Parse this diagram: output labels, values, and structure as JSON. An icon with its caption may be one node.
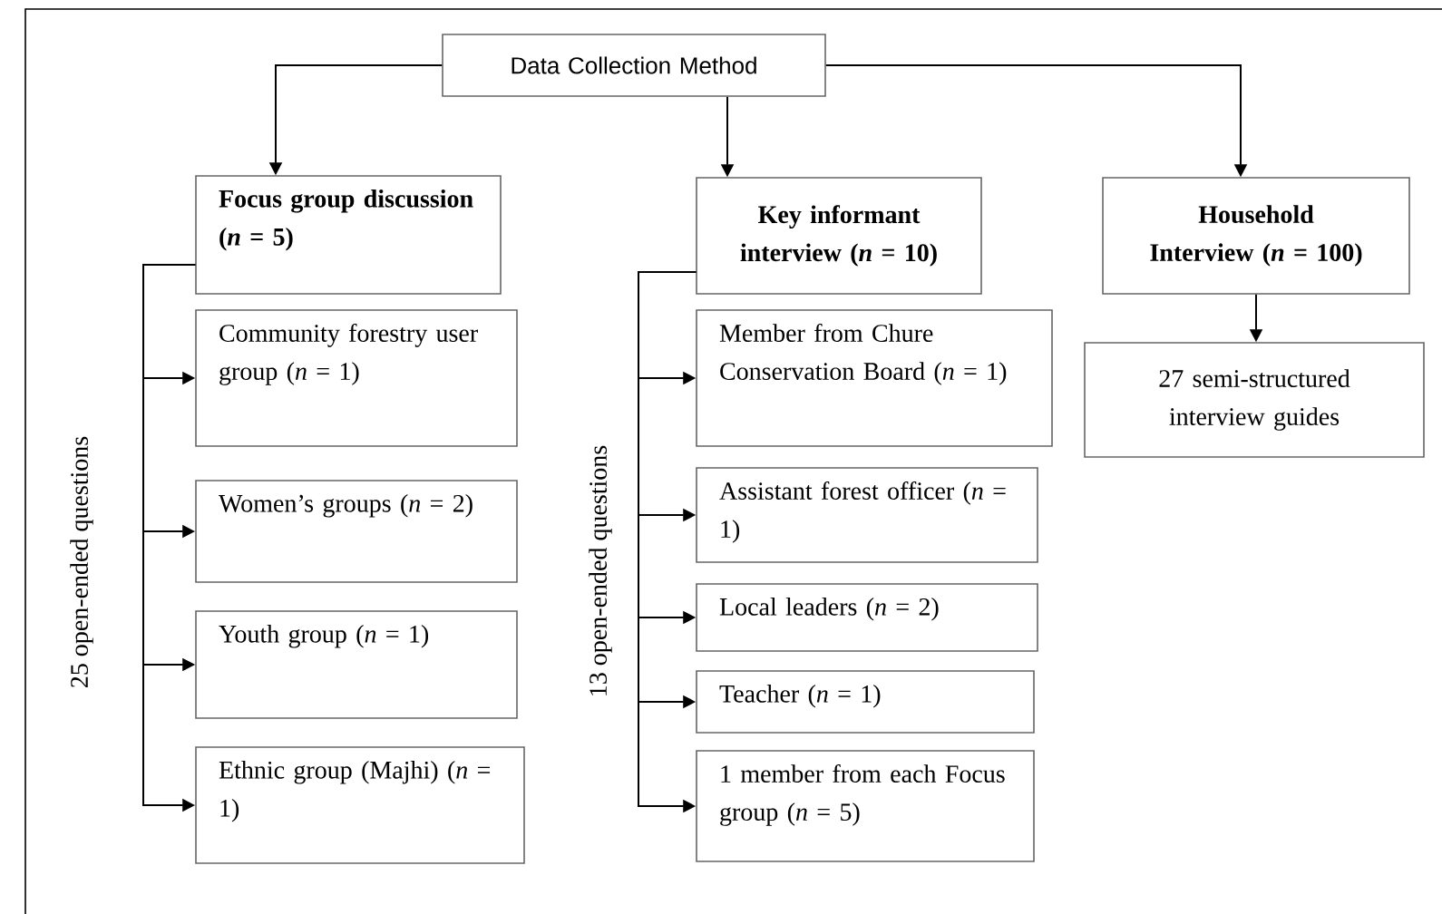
{
  "diagram": {
    "nodes": [
      {
        "text": [
          "Data Collection Method"
        ]
      },
      {
        "text": [
          "Focus group discussion (*n* = 5)"
        ]
      },
      {
        "text": [
          "Community forestry user group (*n* = 1)"
        ]
      },
      {
        "text": [
          "Women’s groups (*n* = 2)"
        ]
      },
      {
        "text": [
          "Youth group (*n* = 1)"
        ]
      },
      {
        "text": [
          "Ethnic group (Majhi) (*n* = 1)"
        ]
      },
      {
        "text": [
          "Key informant interview (*n* = 10)"
        ]
      },
      {
        "text": [
          "Member from Chure Conservation Board (*n* = 1)"
        ]
      },
      {
        "text": [
          "Assistant forest officer (*n* = 1)"
        ]
      },
      {
        "text": [
          "Local leaders (*n* = 2)"
        ]
      },
      {
        "text": [
          "Teacher (*n* = 1)"
        ]
      },
      {
        "text": [
          "1 member from each Focus group (*n* = 5)"
        ]
      },
      {
        "text": [
          "Household Interview (*n* = 100)"
        ]
      },
      {
        "text": [
          "27 semi-structured interview guides"
        ]
      }
    ],
    "edges": [
      {
        "from": 0,
        "to": 1,
        "arrow": "to"
      },
      {
        "from": 0,
        "to": 6,
        "arrow": "to"
      },
      {
        "from": 0,
        "to": 12,
        "arrow": "to"
      },
      {
        "from": 1,
        "to": 2,
        "arrow": "to"
      },
      {
        "from": 1,
        "to": 3,
        "arrow": "to"
      },
      {
        "from": 1,
        "to": 4,
        "arrow": "to"
      },
      {
        "from": 1,
        "to": 5,
        "arrow": "to"
      },
      {
        "from": 6,
        "to": 7,
        "arrow": "to"
      },
      {
        "from": 6,
        "to": 8,
        "arrow": "to"
      },
      {
        "from": 6,
        "to": 9,
        "arrow": "to"
      },
      {
        "from": 6,
        "to": 10,
        "arrow": "to"
      },
      {
        "from": 6,
        "to": 11,
        "arrow": "to"
      },
      {
        "from": 12,
        "to": 13,
        "arrow": "to"
      }
    ],
    "labels": [
      "25 open-ended questions",
      "13 open-ended questions"
    ]
  }
}
